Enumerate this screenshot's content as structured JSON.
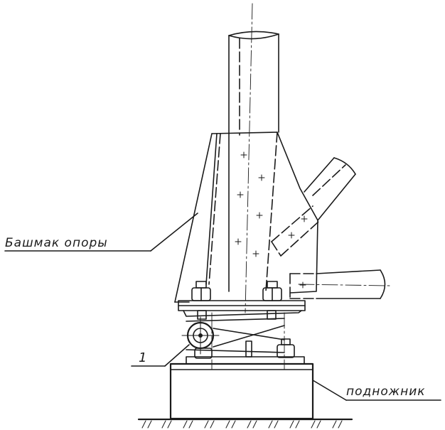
{
  "labels": {
    "support_shoe": "Башмак опоры",
    "foundation": "подножник",
    "item_number": "1"
  }
}
